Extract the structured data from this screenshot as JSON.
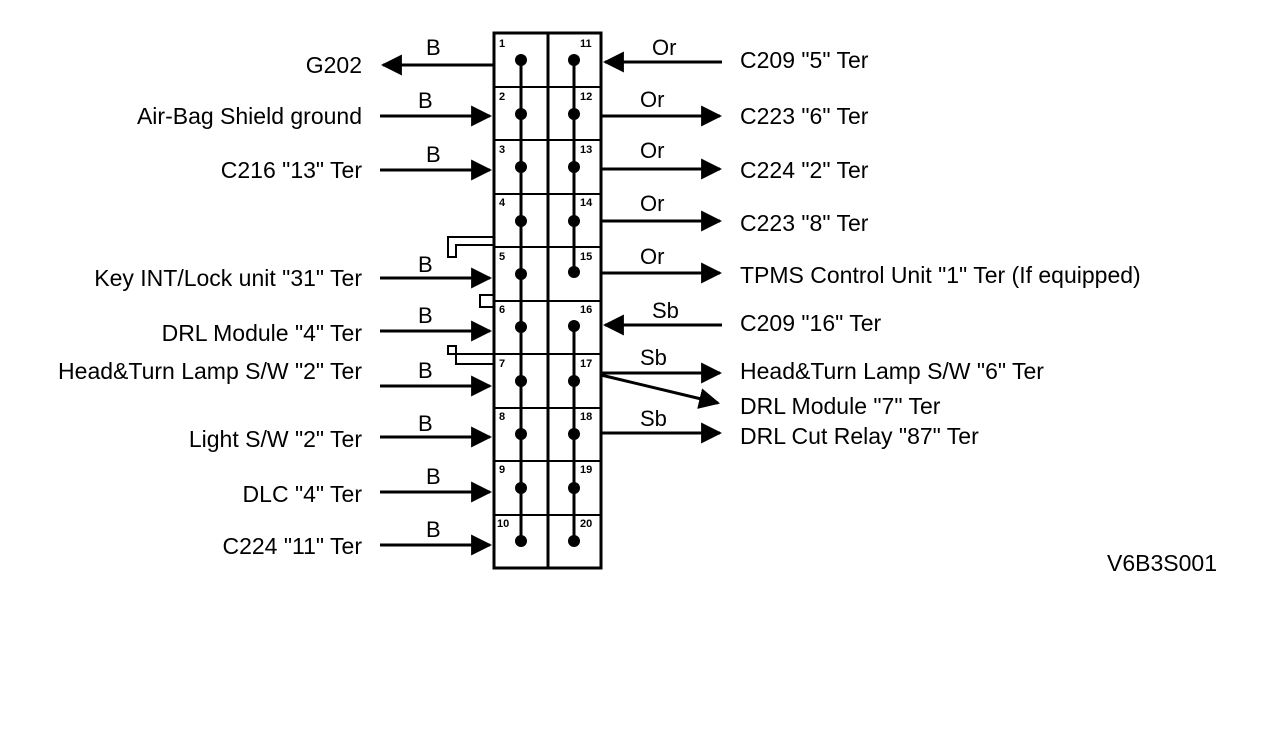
{
  "connector": {
    "left_pins": [
      "1",
      "2",
      "3",
      "4",
      "5",
      "6",
      "7",
      "8",
      "9",
      "10"
    ],
    "right_pins": [
      "11",
      "12",
      "13",
      "14",
      "15",
      "16",
      "17",
      "18",
      "19",
      "20"
    ]
  },
  "left_circuits": [
    {
      "label": "G202",
      "wire": "B",
      "direction": "out"
    },
    {
      "label": "Air-Bag Shield ground",
      "wire": "B",
      "direction": "in"
    },
    {
      "label": "C216 \"13\" Ter",
      "wire": "B",
      "direction": "in"
    },
    {
      "label": "Key INT/Lock unit \"31\" Ter",
      "wire": "B",
      "direction": "in"
    },
    {
      "label": "DRL Module \"4\" Ter",
      "wire": "B",
      "direction": "in"
    },
    {
      "label": "Head&Turn Lamp S/W \"2\" Ter",
      "wire": "B",
      "direction": "in"
    },
    {
      "label": "Light S/W \"2\" Ter",
      "wire": "B",
      "direction": "in"
    },
    {
      "label": "DLC \"4\" Ter",
      "wire": "B",
      "direction": "in"
    },
    {
      "label": "C224 \"11\" Ter",
      "wire": "B",
      "direction": "in"
    }
  ],
  "right_circuits": [
    {
      "label": "C209 \"5\" Ter",
      "wire": "Or",
      "direction": "in"
    },
    {
      "label": "C223 \"6\" Ter",
      "wire": "Or",
      "direction": "out"
    },
    {
      "label": "C224 \"2\" Ter",
      "wire": "Or",
      "direction": "out"
    },
    {
      "label": "C223 \"8\" Ter",
      "wire": "Or",
      "direction": "out"
    },
    {
      "label": "TPMS Control Unit \"1\" Ter (If equipped)",
      "wire": "Or",
      "direction": "out"
    },
    {
      "label": "C209 \"16\" Ter",
      "wire": "Sb",
      "direction": "in"
    },
    {
      "label": "Head&Turn Lamp S/W \"6\" Ter",
      "wire": "Sb",
      "direction": "out"
    },
    {
      "label": "DRL Module \"7\" Ter",
      "wire": "",
      "direction": "out"
    },
    {
      "label": "DRL Cut Relay \"87\" Ter",
      "wire": "Sb",
      "direction": "out"
    }
  ],
  "figure_code": "V6B3S001"
}
